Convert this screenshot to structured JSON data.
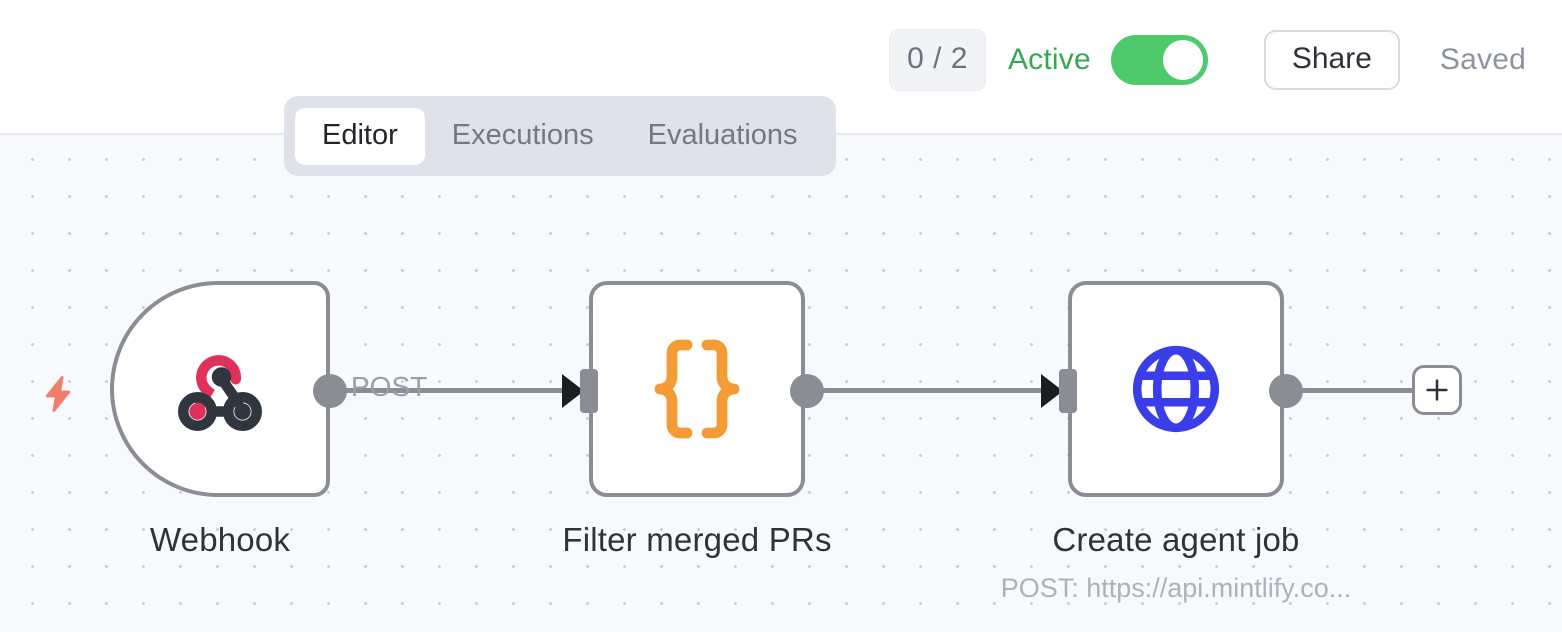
{
  "header": {
    "run_badge": "0 / 2",
    "active_label": "Active",
    "toggle_state": "on",
    "toggle_color": "#4ec96b",
    "share_label": "Share",
    "saved_label": "Saved"
  },
  "tabs": [
    {
      "label": "Editor",
      "active": true
    },
    {
      "label": "Executions",
      "active": false
    },
    {
      "label": "Evaluations",
      "active": false
    }
  ],
  "canvas": {
    "background_color": "#f8f9fc",
    "grid_dot_color": "#c9ccd6",
    "trigger_icon": "lightning-bolt-icon",
    "trigger_icon_color": "#ef7f6b",
    "add_button_label": "+",
    "nodes": [
      {
        "id": "webhook",
        "label": "Webhook",
        "sublabel": "",
        "icon": "webhook-icon",
        "icon_colors": [
          "#e0315b",
          "#2f3640"
        ],
        "shape": "trigger"
      },
      {
        "id": "filter",
        "label": "Filter merged PRs",
        "sublabel": "",
        "icon": "curly-braces-icon",
        "icon_colors": [
          "#f39c35"
        ],
        "shape": "action"
      },
      {
        "id": "http",
        "label": "Create agent job",
        "sublabel": "POST: https://api.mintlify.co...",
        "icon": "globe-icon",
        "icon_colors": [
          "#3a3ee8"
        ],
        "shape": "action"
      }
    ],
    "edges": [
      {
        "from": "webhook",
        "to": "filter",
        "label": "POST"
      },
      {
        "from": "filter",
        "to": "http",
        "label": ""
      }
    ]
  }
}
